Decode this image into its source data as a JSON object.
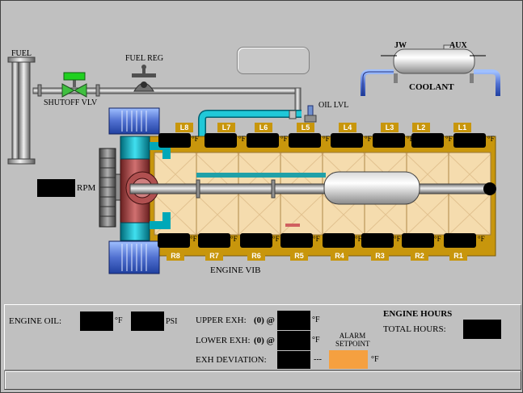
{
  "labels": {
    "fuel": "FUEL",
    "fuel_reg": "FUEL REG",
    "shutoff_vlv": "SHUTOFF VLV",
    "oil_lvl": "OIL LVL",
    "jw": "JW",
    "aux": "AUX",
    "coolant": "COOLANT",
    "rpm": "RPM",
    "engine_vib": "ENGINE VIB",
    "deg_f": "°F"
  },
  "left_bank": [
    "L8",
    "L7",
    "L6",
    "L5",
    "L4",
    "L3",
    "L2",
    "L1"
  ],
  "right_bank": [
    "R8",
    "R7",
    "R6",
    "R5",
    "R4",
    "R3",
    "R2",
    "R1"
  ],
  "panel": {
    "engine_oil": "ENGINE OIL:",
    "deg_f": "°F",
    "psi": "PSI",
    "upper_exh": "UPPER EXH:",
    "lower_exh": "LOWER EXH:",
    "idx0": "(0) @",
    "exh_dev": "EXH DEVIATION:",
    "dashes": "---",
    "alarm_setpoint": "ALARM SETPOINT",
    "engine_hours": "ENGINE HOURS",
    "total_hours": "TOTAL HOURS:"
  },
  "colors": {
    "background": "#c0c0c0",
    "engine_block": "#f5dcae",
    "cylinder_tag": "#c8960c",
    "coolant_pipe": "#00b4c8",
    "alarm_setpoint": "#f5a040",
    "valve_open": "#30c030",
    "coolant_hose": "#2040c0"
  }
}
